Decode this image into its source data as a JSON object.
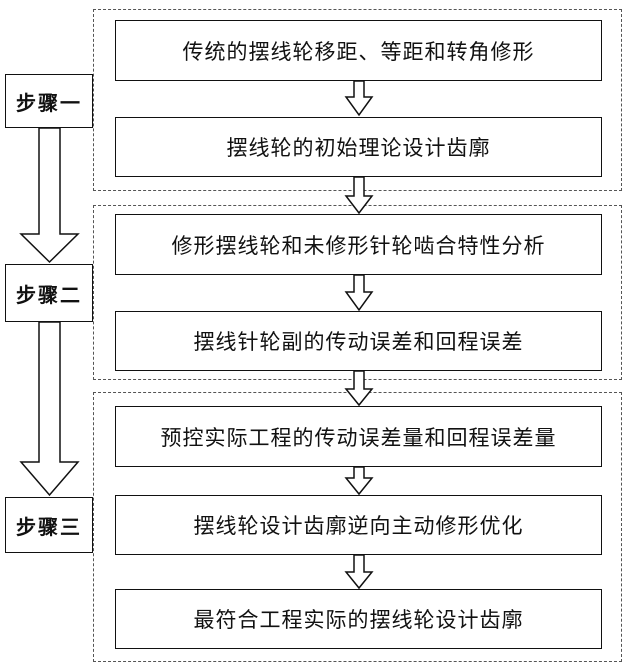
{
  "steps": [
    "步骤一",
    "步骤二",
    "步骤三"
  ],
  "boxes": [
    "传统的摆线轮移距、等距和转角修形",
    "摆线轮的初始理论设计齿廓",
    "修形摆线轮和未修形针轮啮合特性分析",
    "摆线针轮副的传动误差和回程误差",
    "预控实际工程的传动误差量和回程误差量",
    "摆线轮设计齿廓逆向主动修形优化",
    "最符合工程实际的摆线轮设计齿廓"
  ]
}
